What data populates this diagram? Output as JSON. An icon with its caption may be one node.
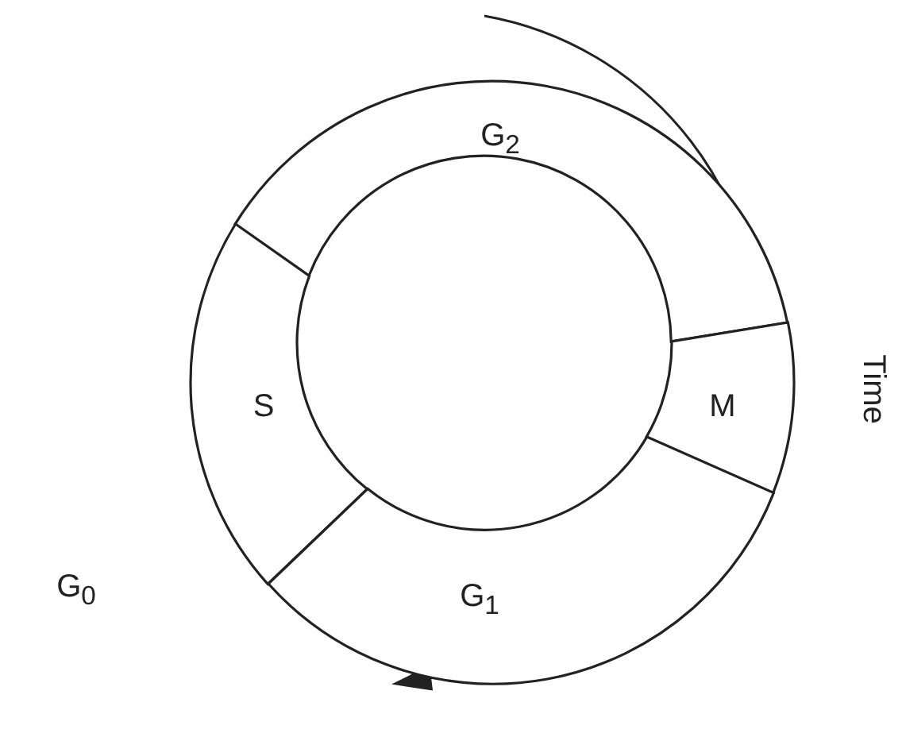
{
  "diagram": {
    "nodes": [
      {
        "text": [
          "G$_{2}$"
        ]
      },
      {
        "text": [
          "S"
        ]
      },
      {
        "text": [
          "M"
        ]
      },
      {
        "text": [
          "G$_{1}$"
        ]
      }
    ],
    "labels": [
      "G$_{0}$",
      "Time"
    ]
  }
}
